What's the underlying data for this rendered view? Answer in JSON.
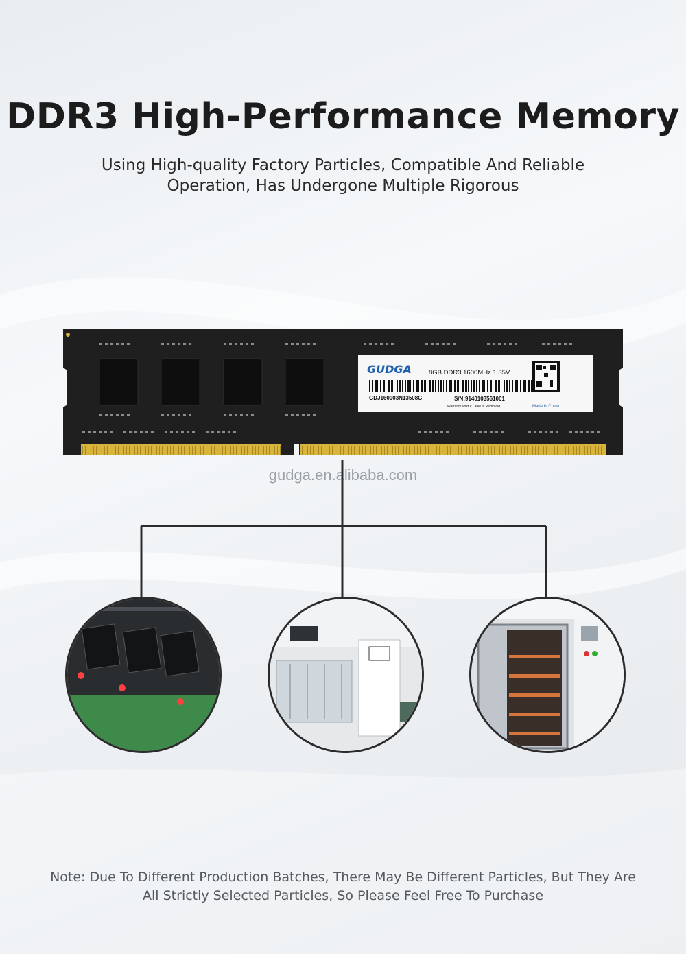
{
  "title": "DDR3 High-Performance Memory",
  "subtitle": "Using High-quality Factory Particles, Compatible And Reliable Operation, Has Undergone Multiple Rigorous",
  "product": {
    "brand": "GUDGA",
    "spec": "8GB DDR3 1600MHz 1.35V",
    "part_number": "GDJ160003N13508G",
    "serial": "S/N:9140103561001",
    "warranty": "Warranty Void If Lable Is Removed",
    "origin": "Made In China"
  },
  "watermark": "gudga.en.alibaba.com",
  "photos": [
    {
      "name": "memory-modules-testing-photo"
    },
    {
      "name": "production-machine-photo"
    },
    {
      "name": "aging-oven-photo"
    }
  ],
  "note": "Note: Due To Different Production Batches, There May Be Different Particles, But They Are All Strictly Selected Particles, So Please Feel Free To Purchase",
  "colors": {
    "pcb": "#1f1f1f",
    "gold_contacts": "#d9b43a",
    "line": "#2b2b2b",
    "brand_blue": "#1f5fae"
  }
}
